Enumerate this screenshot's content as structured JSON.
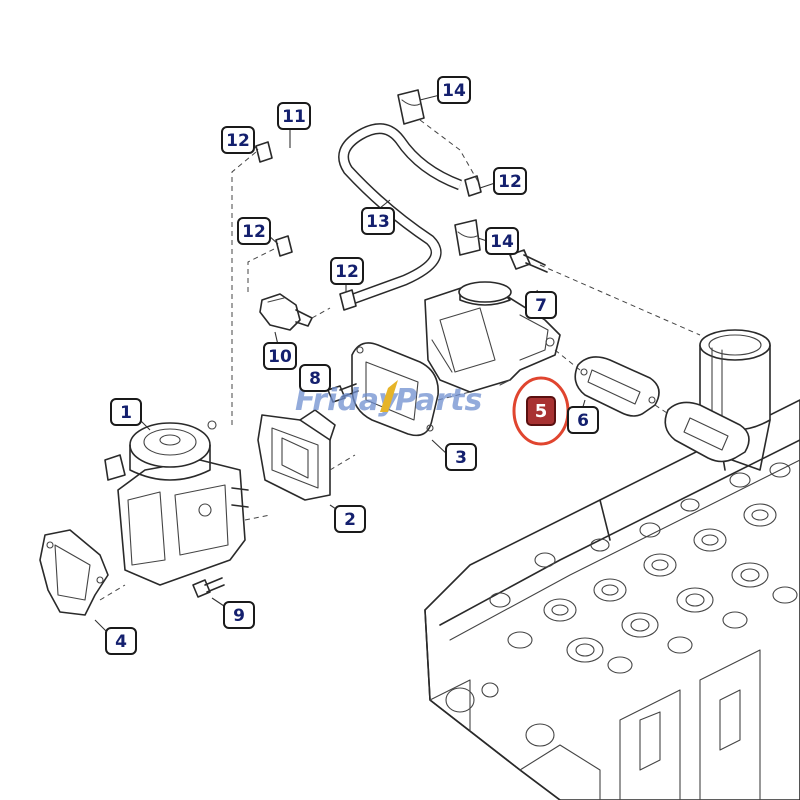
{
  "watermark": {
    "part1": "Friday",
    "part2": "Parts"
  },
  "callouts": [
    {
      "id": "c1",
      "label": "1"
    },
    {
      "id": "c2",
      "label": "2"
    },
    {
      "id": "c3",
      "label": "3"
    },
    {
      "id": "c4",
      "label": "4"
    },
    {
      "id": "c5",
      "label": "5",
      "highlighted": true
    },
    {
      "id": "c6",
      "label": "6"
    },
    {
      "id": "c7",
      "label": "7"
    },
    {
      "id": "c8",
      "label": "8"
    },
    {
      "id": "c9",
      "label": "9"
    },
    {
      "id": "c10",
      "label": "10"
    },
    {
      "id": "c11",
      "label": "11"
    },
    {
      "id": "c12a",
      "label": "12"
    },
    {
      "id": "c12b",
      "label": "12"
    },
    {
      "id": "c12c",
      "label": "12"
    },
    {
      "id": "c12d",
      "label": "12"
    },
    {
      "id": "c13",
      "label": "13"
    },
    {
      "id": "c14a",
      "label": "14"
    },
    {
      "id": "c14b",
      "label": "14"
    }
  ],
  "colors": {
    "highlight": "#a83232",
    "ring": "#e0452f",
    "callout_text": "#14206e"
  }
}
